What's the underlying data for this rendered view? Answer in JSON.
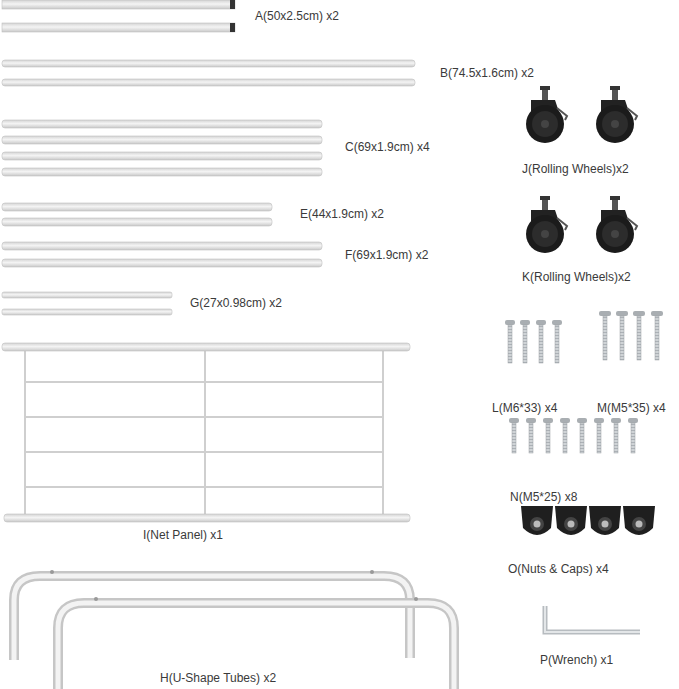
{
  "diagram": {
    "labels": [
      "A(50x2.5cm) x2",
      "B(74.5x1.6cm) x2",
      "C(69x1.9cm) x4",
      "J(Rolling Wheels)x2",
      "E(44x1.9cm) x2",
      "K(Rolling Wheels)x2",
      "F(69x1.9cm) x2",
      "G(27x0.98cm) x2",
      "L(M6*33) x4",
      "M(M5*35) x4",
      "I(Net Panel) x1",
      "N(M5*25) x8",
      "O(Nuts & Caps) x4",
      "H(U-Shape Tubes) x2",
      "P(Wrench) x1"
    ]
  }
}
